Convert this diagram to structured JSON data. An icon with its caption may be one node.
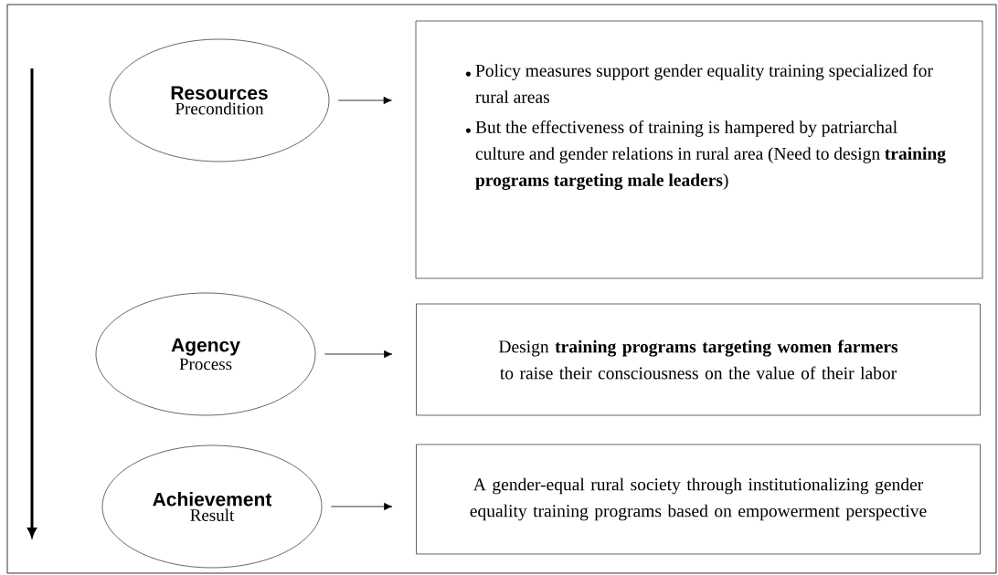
{
  "diagram": {
    "nodes": [
      {
        "text": [
          "Resources",
          "Precondition"
        ]
      },
      {
        "text": [
          "Policy measures support gender equality training specialized for rural areas",
          "But the effectiveness of training is hampered by patriarchal culture and gender relations in rural area (Need to design **training programs targeting male leaders**)"
        ]
      },
      {
        "text": [
          "Agency",
          "Process"
        ]
      },
      {
        "text": [
          "Design **training programs targeting women farmers** to raise their consciousness on the value of their labor"
        ]
      },
      {
        "text": [
          "Achievement",
          "Result"
        ]
      },
      {
        "text": [
          "A gender-equal rural society through institutionalizing gender equality training programs based on empowerment perspective"
        ]
      }
    ],
    "edges": [
      {
        "from": 0,
        "to": 1,
        "arrow": "to"
      },
      {
        "from": 2,
        "to": 3,
        "arrow": "to"
      },
      {
        "from": 4,
        "to": 5,
        "arrow": "to"
      }
    ]
  }
}
